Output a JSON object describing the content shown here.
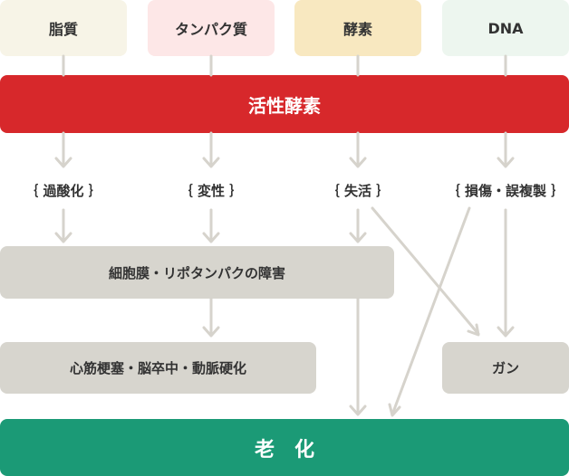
{
  "sources": [
    "脂質",
    "タンパク質",
    "酵素",
    "DNA"
  ],
  "colors": {
    "lipid": "#f7f4e7",
    "protein": "#fde7e7",
    "enzyme": "#f8e8c0",
    "dna": "#edf6ef",
    "active_oxygen": "#d7282b",
    "aging": "#1b9a76",
    "gray_box": "#d7d5ce",
    "arrow": "#d6d3cc"
  },
  "active_oxygen": "活性酵素",
  "labels": [
    "｛ 過酸化 ｝",
    "｛ 変性 ｝",
    "｛ 失活 ｝",
    "｛ 損傷・誤複製 ｝"
  ],
  "cell_damage": "細胞膜・リポタンパクの障害",
  "disease": "心筋梗塞・脳卒中・動脈硬化",
  "cancer": "ガン",
  "aging": "老　化"
}
